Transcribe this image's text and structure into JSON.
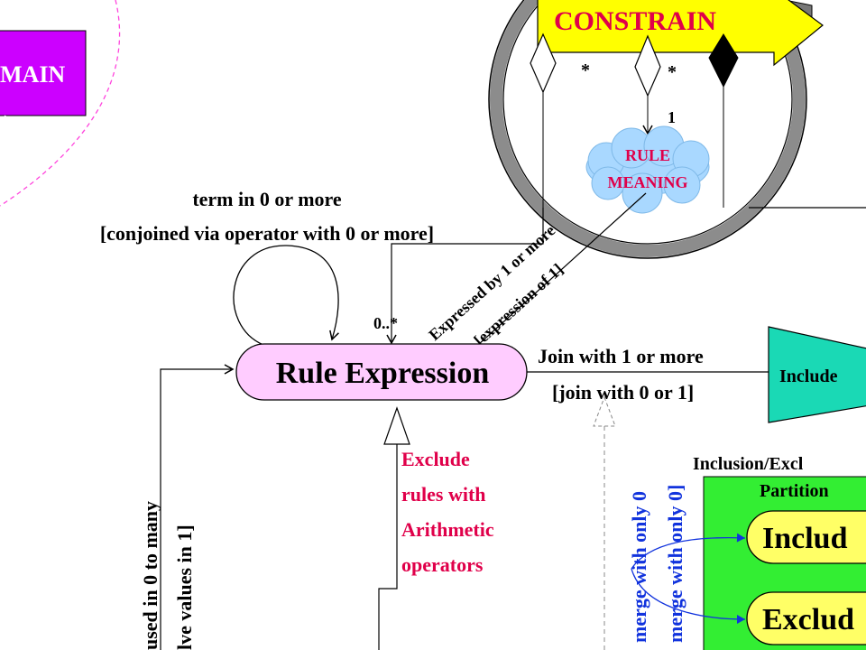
{
  "colors": {
    "magenta_box": "#cc00ff",
    "yellow_arrow": "#ffff00",
    "rule_expression_fill": "#ffccff",
    "cloud_fill": "#a9d8ff",
    "include_teal": "#1ad9b5",
    "partition_green": "#33ee33",
    "include_exclude_fill": "#ffff66",
    "red_text": "#e0004a",
    "blue_text": "#1133dd",
    "magnifier_ring": "#8c8c8c",
    "dash_circle": "#ff44dd"
  },
  "labels": {
    "domain_box": "MAIN",
    "constrain": "CONSTRAIN",
    "star_left": "*",
    "star_right": "*",
    "one": "1",
    "rule_meaning_1": "RULE",
    "rule_meaning_2": "MEANING",
    "term_line1": "term in 0 or more",
    "term_line2": "[conjoined via operator with 0 or more]",
    "zero_many": "0..*",
    "expressed_1": "Expressed by 1 or more",
    "expressed_2": "[expression of 1]",
    "rule_expression": "Rule Expression",
    "join_1": "Join with 1 or more",
    "join_2": "[join with 0 or 1]",
    "include_teal": "Include",
    "exclude_1": "Exclude",
    "exclude_2": "rules with",
    "exclude_3": "Arithmetic",
    "exclude_4": "operators",
    "used_1": "used in 0 to many",
    "used_2": "lve values in 1]",
    "merge_1": "merge with only 0",
    "merge_2": "merge with only 0]",
    "partition_1": "Inclusion/Excl",
    "partition_2": "Partition",
    "include_box": "Includ",
    "exclude_box": "Exclud"
  }
}
